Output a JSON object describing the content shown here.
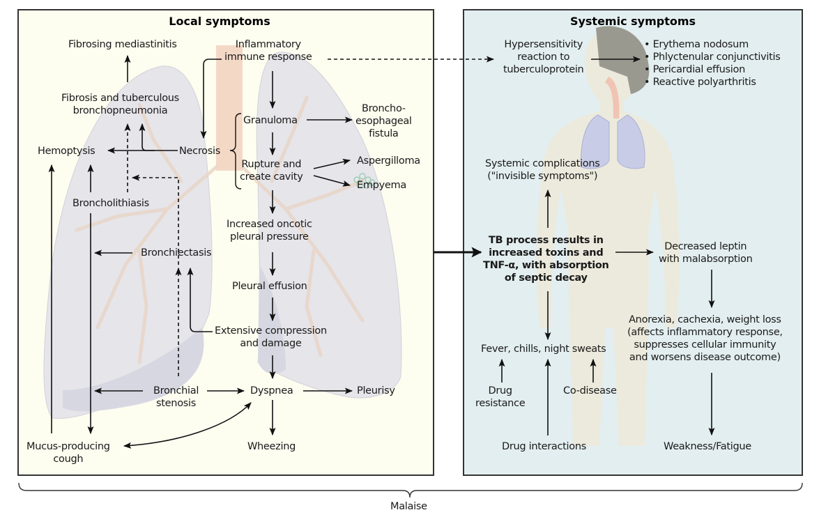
{
  "local": {
    "title": "Local symptoms",
    "fibrosing_mediastinitis": "Fibrosing mediastinitis",
    "inflammatory_1": "Inflammatory",
    "inflammatory_2": "immune response",
    "fibrosis_1": "Fibrosis and tuberculous",
    "fibrosis_2": "bronchopneumonia",
    "granuloma": "Granuloma",
    "broncho_1": "Broncho-",
    "broncho_2": "esophageal",
    "broncho_3": "fistula",
    "hemoptysis": "Hemoptysis",
    "necrosis": "Necrosis",
    "rupture_1": "Rupture and",
    "rupture_2": "create cavity",
    "aspergilloma": "Aspergilloma",
    "empyema": "Empyema",
    "broncholithiasis": "Broncholithiasis",
    "oncotic_1": "Increased oncotic",
    "oncotic_2": "pleural pressure",
    "bronchiectasis": "Bronchiectasis",
    "pleural_effusion": "Pleural effusion",
    "compression_1": "Extensive compression",
    "compression_2": "and damage",
    "stenosis_1": "Bronchial",
    "stenosis_2": "stenosis",
    "dyspnea": "Dyspnea",
    "pleurisy": "Pleurisy",
    "wheezing": "Wheezing",
    "cough_1": "Mucus-producing",
    "cough_2": "cough"
  },
  "systemic": {
    "title": "Systemic symptoms",
    "hyper_1": "Hypersensitivity",
    "hyper_2": "reaction to",
    "hyper_3": "tuberculoprotein",
    "bullets": [
      "Erythema nodosum",
      "Phlyctenular conjunctivitis",
      "Pericardial effusion",
      "Reactive polyarthritis"
    ],
    "complications_1": "Systemic complications",
    "complications_2": "(\"invisible symptoms\")",
    "tb_1": "TB process results in",
    "tb_2": "increased toxins and",
    "tb_3": "TNF-α, with absorption",
    "tb_4": "of septic decay",
    "leptin_1": "Decreased leptin",
    "leptin_2": "with malabsorption",
    "anorexia_1": "Anorexia, cachexia, weight loss",
    "anorexia_2": "(affects inflammatory response,",
    "anorexia_3": "suppresses cellular immunity",
    "anorexia_4": "and worsens disease outcome)",
    "fever": "Fever, chills, night sweats",
    "drug_res_1": "Drug",
    "drug_res_2": "resistance",
    "codisease": "Co-disease",
    "drug_inter": "Drug interactions",
    "weakness": "Weakness/Fatigue"
  },
  "footer": {
    "malaise": "Malaise"
  },
  "colors": {
    "local_bg": "#fdfdf0",
    "systemic_bg": "#e3eef0",
    "lung": "#e4e4ea",
    "trachea": "#f2c9b6",
    "border": "#333333"
  }
}
